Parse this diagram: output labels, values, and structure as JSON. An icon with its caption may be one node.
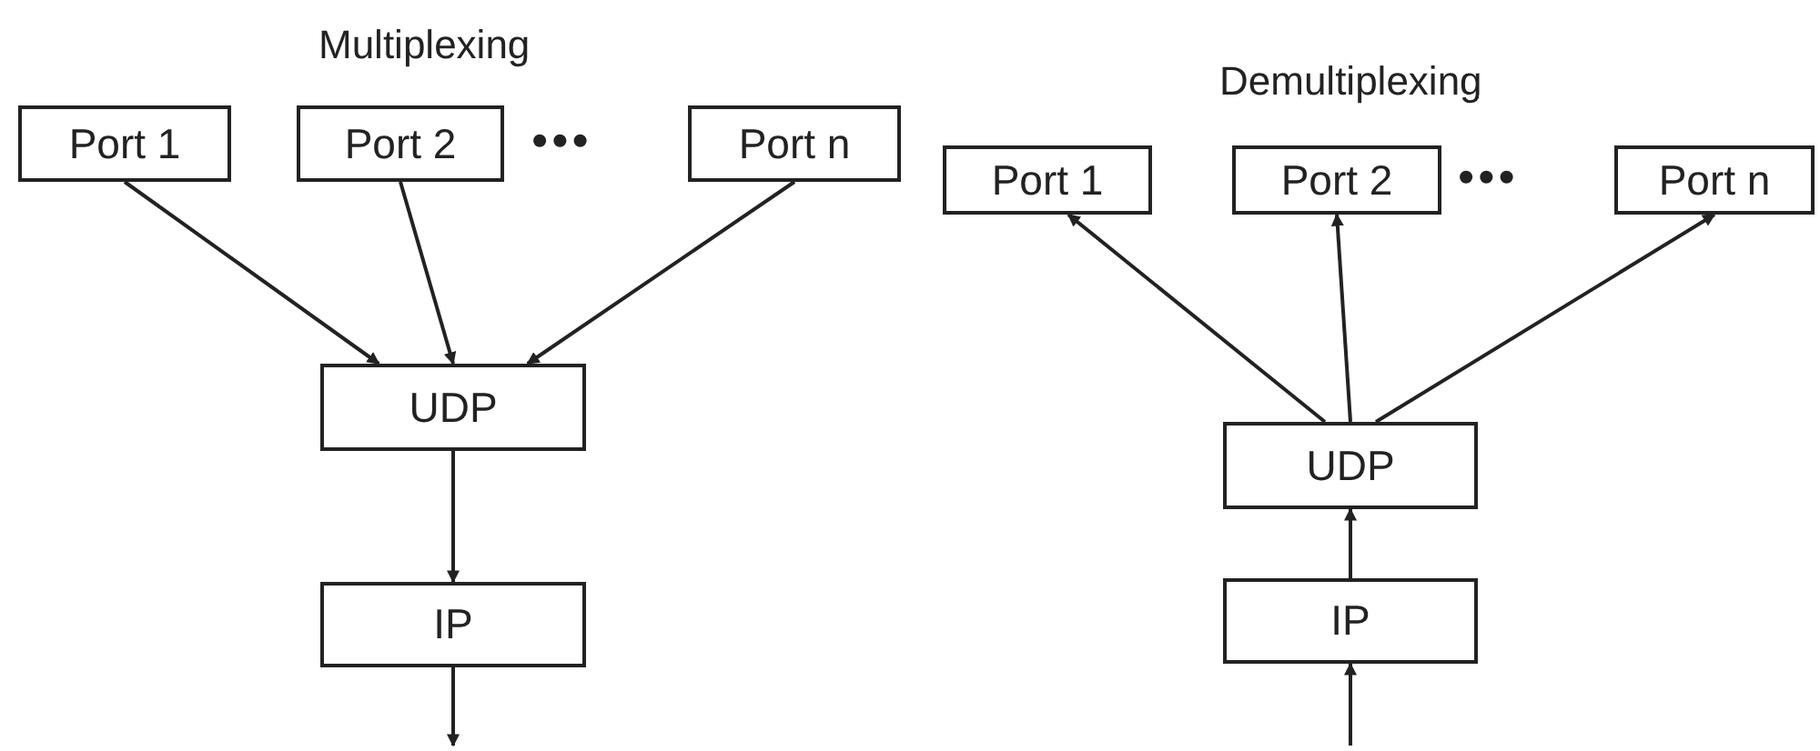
{
  "diagram": {
    "nodes": [
      {
        "text": [
          "Port 1"
        ]
      },
      {
        "text": [
          "Port 2"
        ]
      },
      {
        "text": [
          "Port n"
        ]
      },
      {
        "text": [
          "UDP"
        ]
      },
      {
        "text": [
          "IP"
        ]
      },
      {
        "text": [
          "Port 1"
        ]
      },
      {
        "text": [
          "Port 2"
        ]
      },
      {
        "text": [
          "Port n"
        ]
      },
      {
        "text": [
          "UDP"
        ]
      },
      {
        "text": [
          "IP"
        ]
      }
    ],
    "edges": [
      {
        "from": 0,
        "to": 3,
        "arrow": "to"
      },
      {
        "from": 1,
        "to": 3,
        "arrow": "to"
      },
      {
        "from": 2,
        "to": 3,
        "arrow": "to"
      },
      {
        "from": 3,
        "to": 4,
        "arrow": "to"
      },
      {
        "from": 4,
        "to": null,
        "arrow": "to"
      },
      {
        "from": 8,
        "to": 5,
        "arrow": "to"
      },
      {
        "from": 8,
        "to": 6,
        "arrow": "to"
      },
      {
        "from": 8,
        "to": 7,
        "arrow": "to"
      },
      {
        "from": 9,
        "to": 8,
        "arrow": "to"
      },
      {
        "from": null,
        "to": 9,
        "arrow": "to"
      }
    ],
    "labels": [
      "Multiplexing",
      "Demultiplexing",
      "•••",
      "•••"
    ]
  }
}
